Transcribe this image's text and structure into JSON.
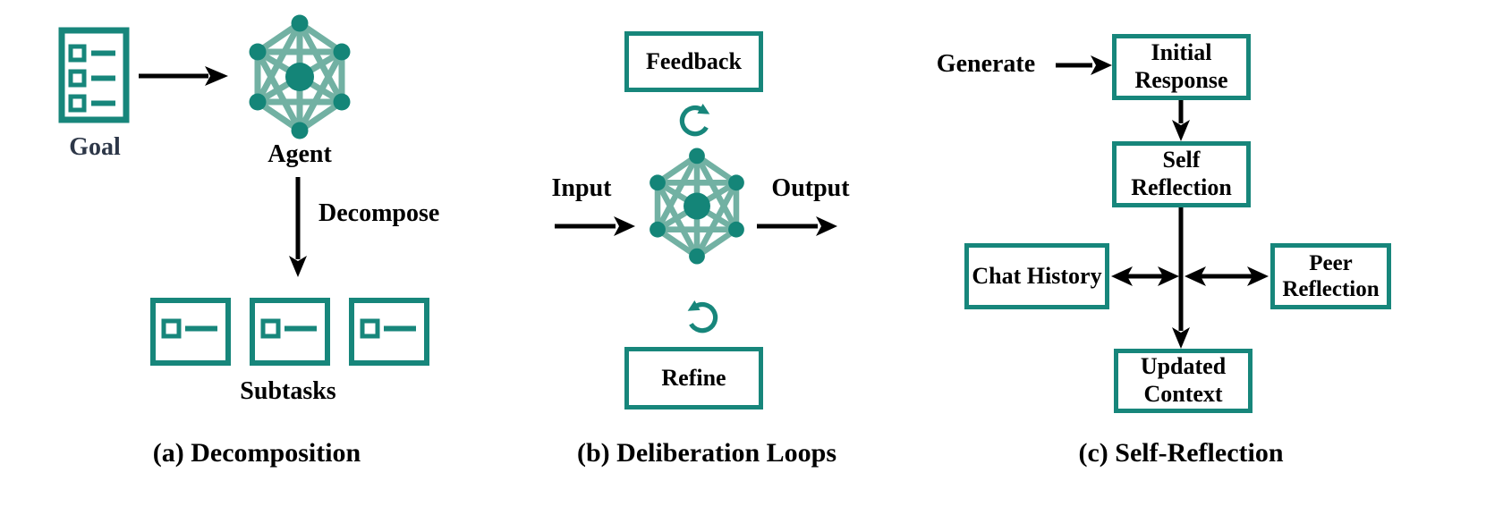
{
  "colors": {
    "teal": "#17867B",
    "teal_light": "#72B1A3",
    "node_teal": "#148578",
    "goal_text": "#2D3748",
    "text": "#000000",
    "background": "#FFFFFF"
  },
  "panel_a": {
    "caption": "(a) Decomposition",
    "goal_label": "Goal",
    "agent_label": "Agent",
    "decompose_label": "Decompose",
    "subtasks_label": "Subtasks"
  },
  "panel_b": {
    "caption": "(b) Deliberation Loops",
    "feedback_label": "Feedback",
    "input_label": "Input",
    "output_label": "Output",
    "refine_label": "Refine"
  },
  "panel_c": {
    "caption": "(c) Self-Reflection",
    "generate_label": "Generate",
    "initial_response_label": "Initial Response",
    "self_reflection_label": "Self Reflection",
    "chat_history_label": "Chat History",
    "peer_reflection_label": "Peer Reflection",
    "updated_context_label": "Updated Context"
  },
  "icons": {
    "goal": "checklist-icon",
    "agent": "agent-network-icon",
    "subtask": "task-card-icon",
    "loop_top": "clockwise-loop-icon",
    "loop_bottom": "counterclockwise-loop-icon"
  }
}
